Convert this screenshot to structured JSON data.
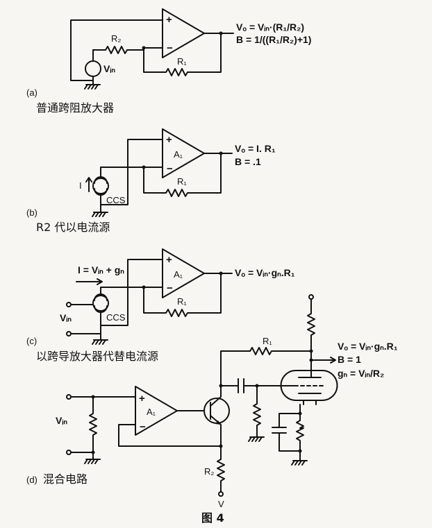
{
  "figure_label": "图 4",
  "panels": {
    "a": {
      "tag": "(a)",
      "caption": "普通跨阻放大器",
      "r1": "R₁",
      "r2": "R₂",
      "source": "Vᵢₙ",
      "eq1": "Vₒ = Vᵢₙ·(R₁/R₂)",
      "eq2": "B = 1/((R₁/R₂)+1)"
    },
    "b": {
      "tag": "(b)",
      "caption": "R2 代以电流源",
      "amp": "A₁",
      "r1": "R₁",
      "current": "I",
      "ccs": "CCS",
      "eq1": "Vₒ = I. R₁",
      "eq2": "B = .1"
    },
    "c": {
      "tag": "(c)",
      "caption": "以跨导放大器代替电流源",
      "amp": "A₁",
      "r1": "R₁",
      "ccs": "CCS",
      "input": "Vᵢₙ",
      "current_eq": "I = Vᵢₙ + gₙ",
      "eq1": "Vₒ = Vᵢₙ·gₙ.R₁"
    },
    "d": {
      "tag": "(d)",
      "caption": "混合电路",
      "amp": "A₁",
      "r1": "R₁",
      "r2": "R₂",
      "input": "Vᵢₙ",
      "supply": "V",
      "eq1": "Vₒ = Vᵢₙ·gₙ.R₁",
      "eq2": "B = 1",
      "eq3": "gₙ = Vᵢₙ/R₂"
    }
  },
  "opamp_plus": "+",
  "opamp_minus": "−"
}
